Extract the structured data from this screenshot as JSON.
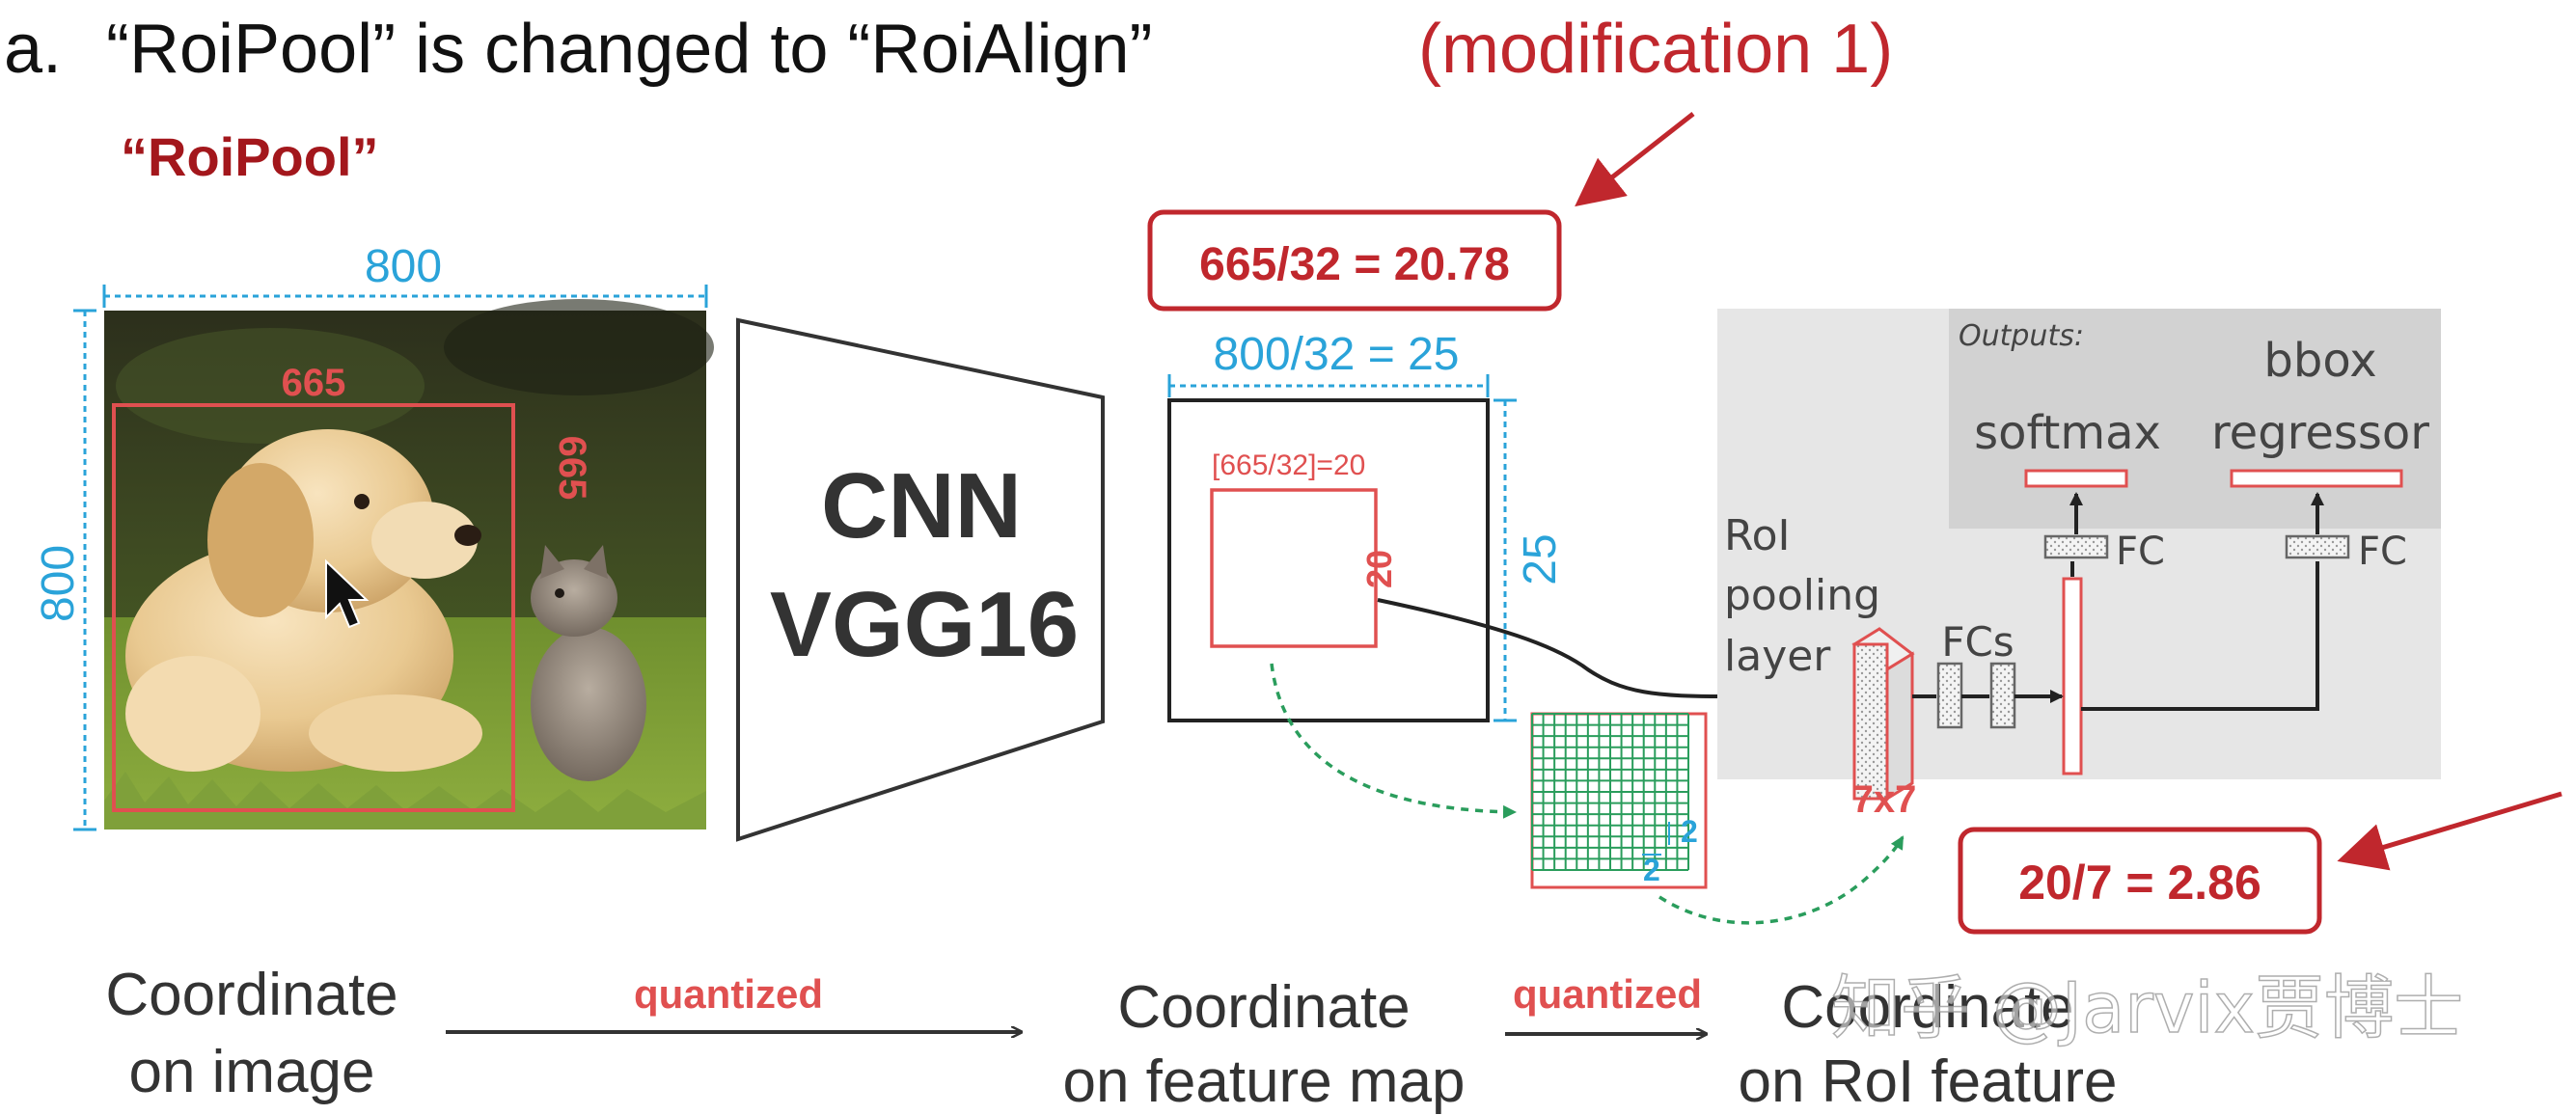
{
  "title": {
    "prefix": "a.",
    "main": "“RoiPool” is changed to “RoiAlign”",
    "highlight": "(modification 1)"
  },
  "subtitle": "“RoiPool”",
  "image_block": {
    "width_label": "800",
    "height_label": "800",
    "roi_width_label": "665",
    "roi_height_label": "665"
  },
  "cnn": {
    "line1": "CNN",
    "line2": "VGG16"
  },
  "feature_map": {
    "width_label": "800/32 = 25",
    "height_label": "25",
    "roi_label": "[665/32]=20",
    "roi_side_label": "20"
  },
  "callouts": {
    "top": "665/32 = 20.78",
    "bottom": "20/7 = 2.86"
  },
  "grid_block": {
    "cell_label_right": "2",
    "cell_label_bottom": "2"
  },
  "network": {
    "outputs_label": "Outputs:",
    "softmax_label": "softmax",
    "bbox_label_line1": "bbox",
    "bbox_label_line2": "regressor",
    "fc_label_1": "FC",
    "fc_label_2": "FC",
    "fcs_label": "FCs",
    "roi_line1": "RoI",
    "roi_line2": "pooling",
    "roi_line3": "layer",
    "pool_size_label": "7x7"
  },
  "bottom_flow": {
    "step1_line1": "Coordinate",
    "step1_line2": "on image",
    "arrow1_label": "quantized",
    "step2_line1": "Coordinate",
    "step2_line2": "on feature map",
    "arrow2_label": "quantized",
    "step3_line1": "Coordinate",
    "step3_line2": "on RoI feature"
  },
  "watermark": "知乎 @Jarvix贾博士",
  "colors": {
    "accent_red": "#c0272d",
    "roi_red": "#e05050",
    "dim_blue": "#2aa3d9",
    "grid_green": "#2a9d5c",
    "dark_text": "#333333",
    "panel_gray": "#e6e6e6"
  }
}
